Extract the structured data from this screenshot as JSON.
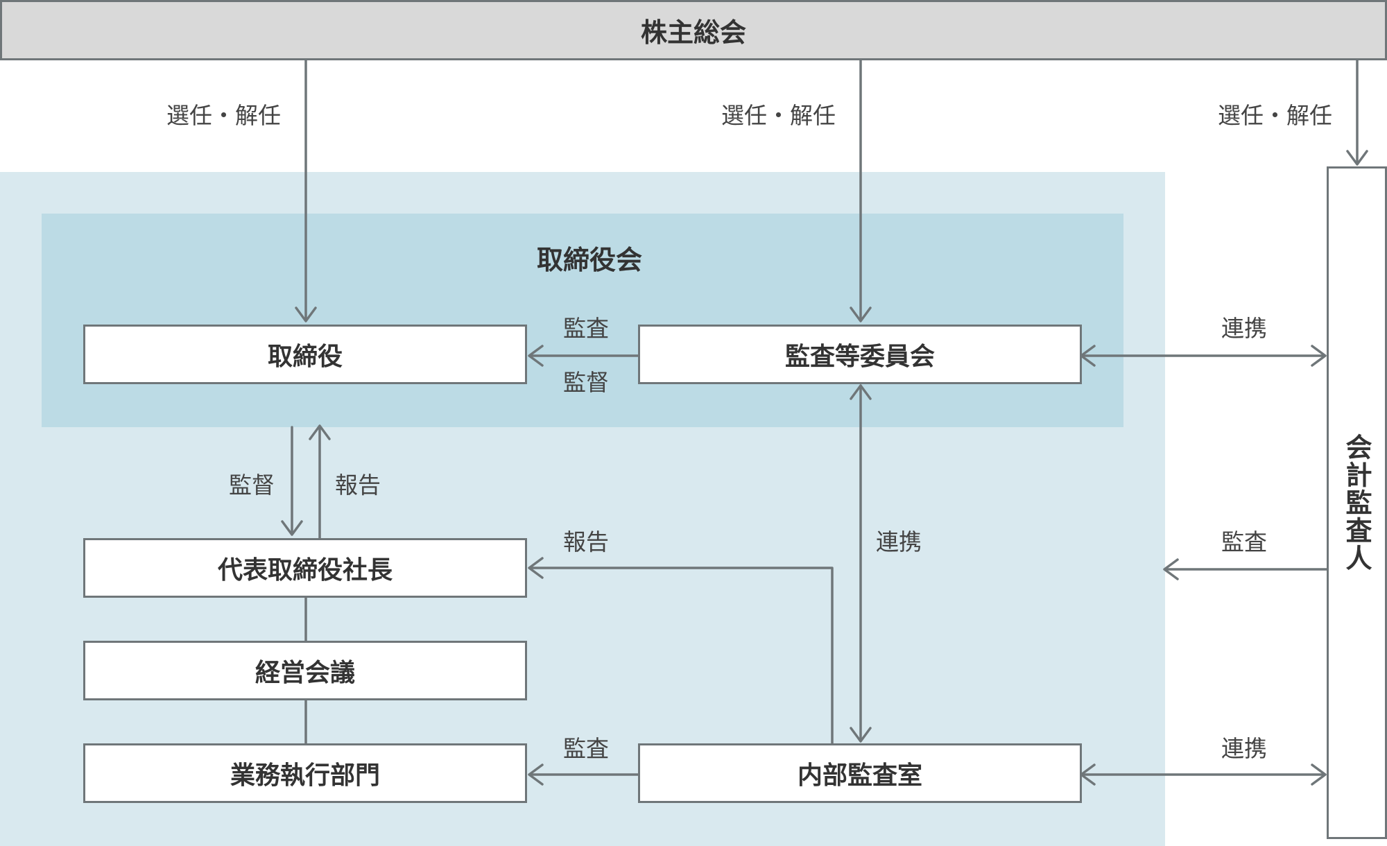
{
  "shareholders": "株主総会",
  "board_group_title": "取締役会",
  "boxes": {
    "directors": "取締役",
    "audit_committee": "監査等委員会",
    "president": "代表取締役社長",
    "management_meeting": "経営会議",
    "business_divisions": "業務執行部門",
    "internal_audit": "内部監査室"
  },
  "accounting_auditor": "会計監査人",
  "labels": {
    "appoint_dismiss_1": "選任・解任",
    "appoint_dismiss_2": "選任・解任",
    "appoint_dismiss_3": "選任・解任",
    "audit_to_directors": "監査",
    "supervise_directors": "監督",
    "supervise_president": "監督",
    "report_to_directors": "報告",
    "report_to_president": "報告",
    "cooperation_internal": "連携",
    "cooperation_auditor_committee": "連携",
    "audit_by_auditor": "監査",
    "audit_business": "監査",
    "cooperation_auditor_internal": "連携"
  },
  "colors": {
    "line": "#6f7679",
    "outer_region": "#d9e9ef",
    "inner_region": "#bcdbe5",
    "top_bar": "#d9d9d9"
  }
}
